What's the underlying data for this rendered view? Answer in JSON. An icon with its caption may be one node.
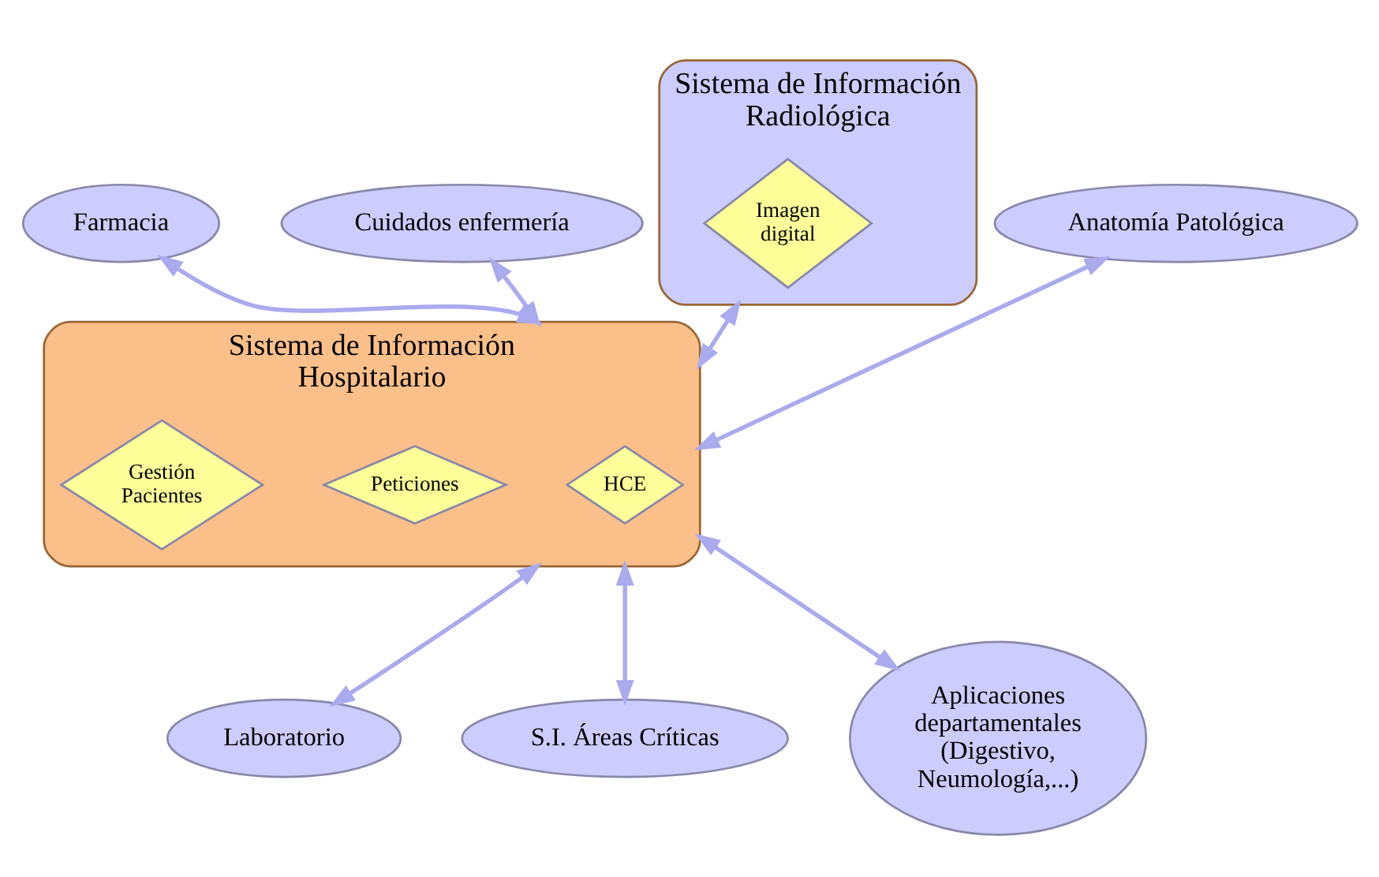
{
  "diagram": {
    "nodes": [
      {
        "text": [
          "Farmacia"
        ]
      },
      {
        "text": [
          "Cuidados enfermería"
        ]
      },
      {
        "text": [
          "Sistema de Información Radiológica"
        ]
      },
      {
        "text": [
          "Imagen digital"
        ],
        "in": 2
      },
      {
        "text": [
          "Anatomía Patológica"
        ]
      },
      {
        "text": [
          "Sistema de Información Hospitalario"
        ]
      },
      {
        "text": [
          "HCE"
        ],
        "in": 5
      },
      {
        "text": [
          "Peticiones"
        ],
        "in": 5
      },
      {
        "text": [
          "Gestión Pacientes"
        ],
        "in": 5
      },
      {
        "text": [
          "Laboratorio"
        ]
      },
      {
        "text": [
          "S.I. Áreas Críticas"
        ]
      },
      {
        "text": [
          "Aplicaciones departamentales (Digestivo, Neumología,...)"
        ]
      }
    ],
    "edges": [
      {
        "from": 0,
        "to": 5,
        "arrow": "both"
      },
      {
        "from": 1,
        "to": 5,
        "arrow": "both"
      },
      {
        "from": 2,
        "to": 5,
        "arrow": "both"
      },
      {
        "from": 4,
        "to": 5,
        "arrow": "both"
      },
      {
        "from": 5,
        "to": 9,
        "arrow": "both"
      },
      {
        "from": 5,
        "to": 10,
        "arrow": "both"
      },
      {
        "from": 5,
        "to": 11,
        "arrow": "both"
      }
    ]
  }
}
